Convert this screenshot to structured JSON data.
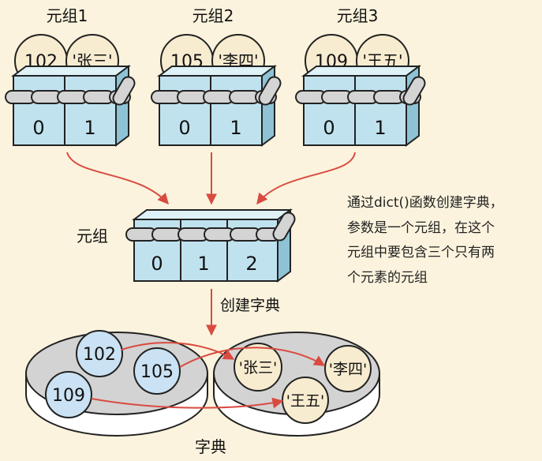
{
  "tuples": [
    {
      "title": "元组1",
      "values": [
        "102",
        "'张三'"
      ],
      "indices": [
        "0",
        "1"
      ]
    },
    {
      "title": "元组2",
      "values": [
        "105",
        "'李四'"
      ],
      "indices": [
        "0",
        "1"
      ]
    },
    {
      "title": "元组3",
      "values": [
        "109",
        "'王五'"
      ],
      "indices": [
        "0",
        "1"
      ]
    }
  ],
  "outer_tuple": {
    "label": "元组",
    "indices": [
      "0",
      "1",
      "2"
    ]
  },
  "step_label": "创建字典",
  "dictionary": {
    "label": "字典",
    "keys": [
      "102",
      "105",
      "109"
    ],
    "values": [
      "'张三'",
      "'李四'",
      "'王五'"
    ]
  },
  "description_lines": [
    "通过dict()函数创建字典，",
    "参数是一个元组，在这个",
    "元组中要包含三个只有两",
    "个元素的元组"
  ],
  "colors": {
    "background": "#fbf3dd",
    "box_front": "#c0e2ee",
    "box_top": "#def2f8",
    "box_side": "#8ec3d5",
    "ball": "#f8ecd0",
    "key_ball": "#cae2f3",
    "chain": "#c9c9c9",
    "arrow": "#d94b40",
    "dish": "#d3d3d3"
  }
}
